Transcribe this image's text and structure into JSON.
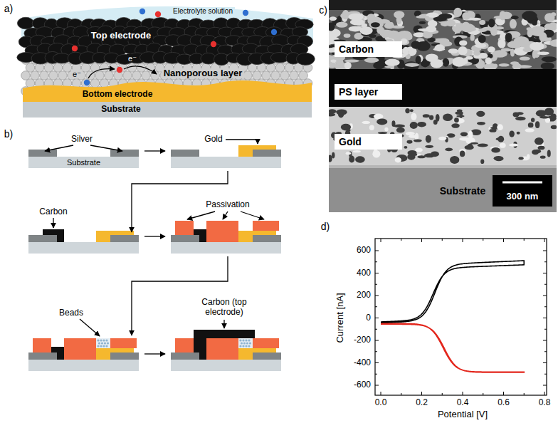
{
  "diagram": {
    "nodes": [
      {
        "text": [
          "Electrolyte solution"
        ]
      },
      {
        "text": [
          "Top electrode"
        ]
      },
      {
        "text": [
          "Nanoporous layer"
        ]
      },
      {
        "text": [
          "Bottom electrode"
        ]
      },
      {
        "text": [
          "Substrate"
        ]
      },
      {
        "text": [
          "Substrate"
        ]
      },
      {
        "text": [
          "Carbon"
        ]
      },
      {
        "text": [
          "PS layer"
        ]
      },
      {
        "text": [
          "Gold"
        ]
      },
      {
        "text": [
          "Substrate"
        ]
      },
      {
        "text": [
          "300 nm"
        ]
      }
    ],
    "labels": [
      "a)",
      "e⁻",
      "e⁻",
      "b)",
      "Silver",
      "Gold",
      "Carbon",
      "Passivation",
      "Beads",
      "Carbon (top electrode)",
      "c)",
      "d)",
      "Current [nA]",
      "600",
      "400",
      "200",
      "0",
      "-200",
      "-400",
      "-600",
      "0.0",
      "0.2",
      "0.4",
      "0.6",
      "0.8",
      "Potential [V]"
    ]
  }
}
